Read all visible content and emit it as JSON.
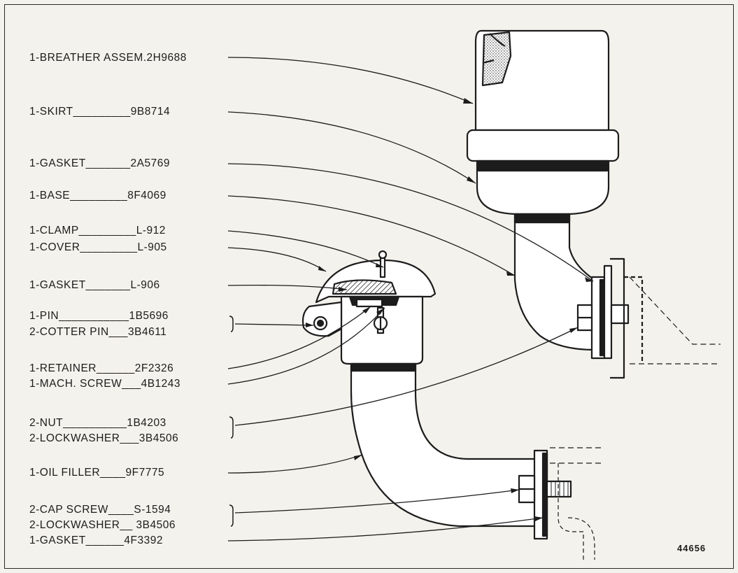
{
  "labels": [
    "1-BREATHER ASSEM.2H9688",
    "1-SKIRT_________9B8714",
    "1-GASKET_______2A5769",
    "1-BASE_________8F4069",
    "1-CLAMP_________L-912",
    "1-COVER_________L-905",
    "1-GASKET_______L-906",
    "1-PIN___________1B5696",
    "2-COTTER PIN___3B4611",
    "1-RETAINER______2F2326",
    "1-MACH. SCREW___4B1243",
    "2-NUT__________1B4203",
    "2-LOCKWASHER___3B4506",
    "1-OIL FILLER____9F7775",
    "2-CAP SCREW____S-1594",
    "2-LOCKWASHER__ 3B4506",
    "1-GASKET______4F3392"
  ],
  "figure_number": "44656",
  "colors": {
    "ink": "#1c1c1c",
    "paper": "#f4f2ec",
    "part_fill": "#ffffff"
  }
}
